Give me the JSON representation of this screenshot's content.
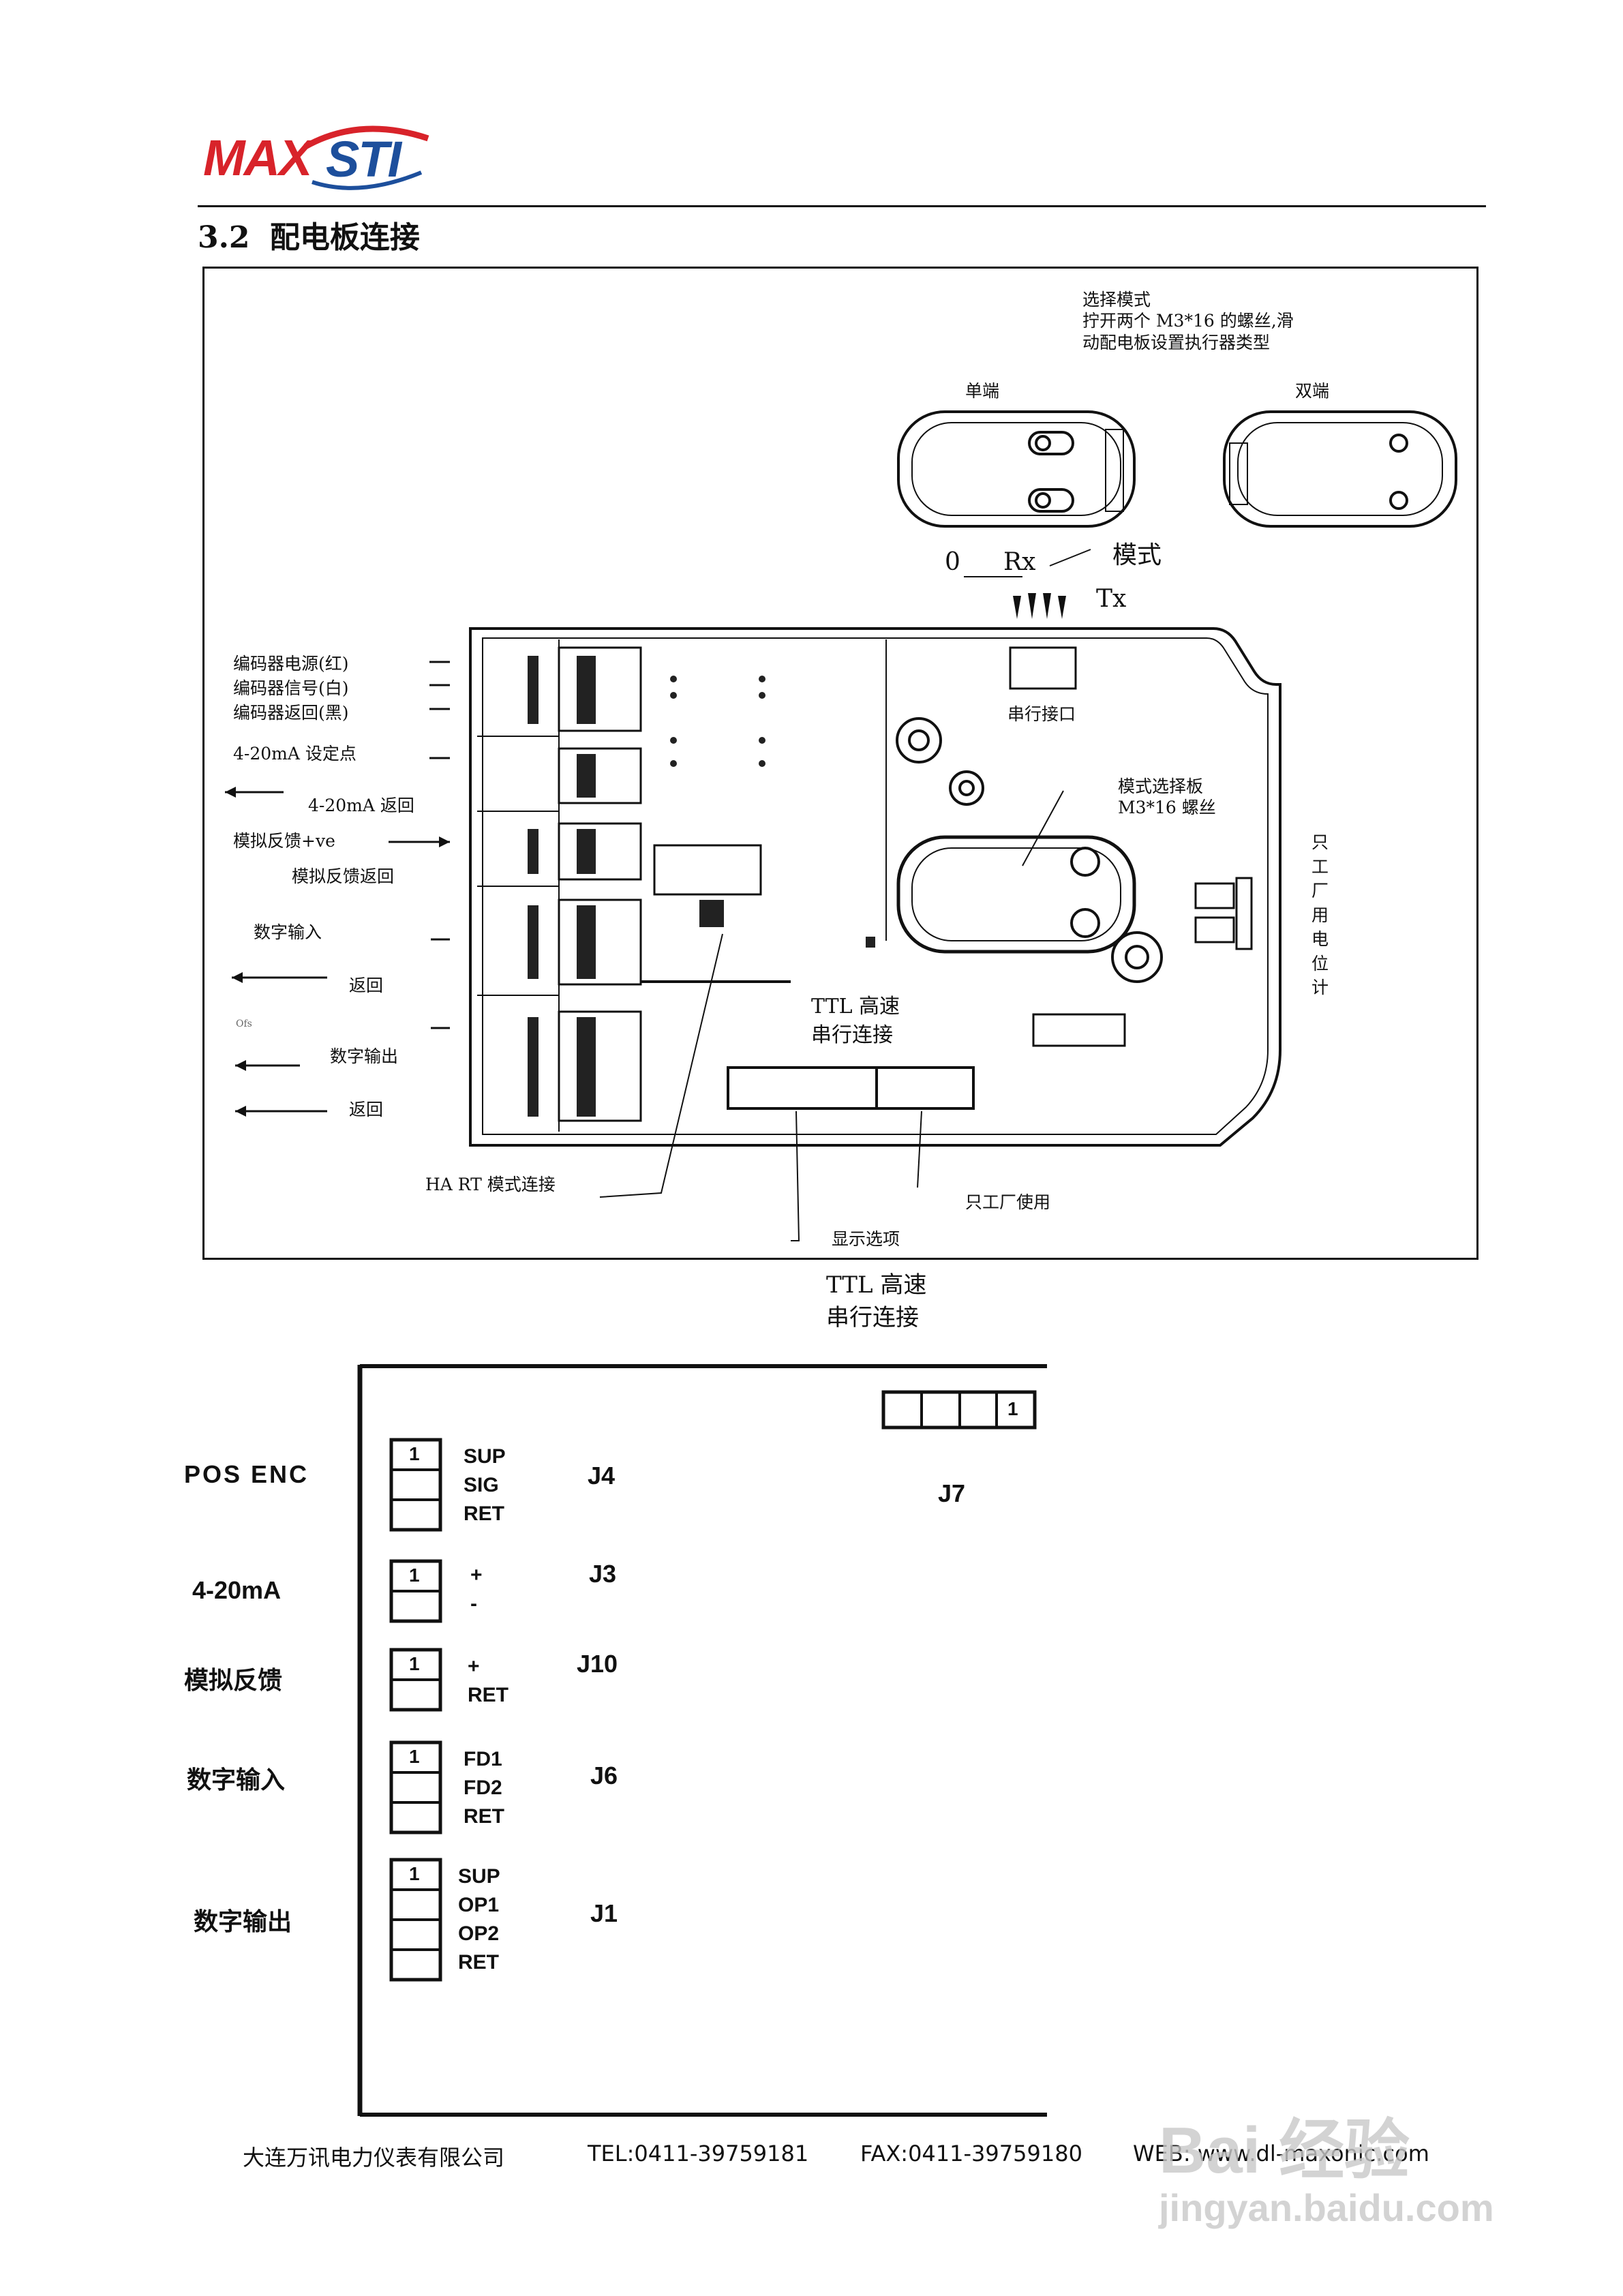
{
  "header": {
    "logo_text_red": "MAX",
    "logo_text_blue": "STI",
    "colors": {
      "logo_red": "#d8232a",
      "logo_blue": "#1d4f9c",
      "line": "#111111"
    }
  },
  "section": {
    "number": "3.2",
    "title": "配电板连接"
  },
  "board_diagram": {
    "select_mode": [
      "选择模式",
      "拧开两个  M3*16  的螺丝,滑",
      "动配电板设置执行器类型"
    ],
    "single_end": "单端",
    "double_end": "双端",
    "signal_0": "0",
    "signal_rx": "Rx",
    "signal_mode": "模式",
    "signal_tx": "Tx",
    "serial_port": "串行接口",
    "mode_board": [
      "模式选择板",
      "M3*16 螺丝"
    ],
    "factory_pot": [
      "只",
      "工",
      "厂",
      "用",
      "电",
      "位",
      "计"
    ],
    "ttl_inner": [
      "TTL 高速",
      "串行连接"
    ],
    "hart": "HA RT 模式连接",
    "factory_use": "只工厂使用",
    "display_option": "显示选项",
    "left_labels": {
      "enc_power": "编码器电源(红)",
      "enc_signal": "编码器信号(白)",
      "enc_return": "编码器返回(黑)",
      "setpoint": "4-20mA  设定点",
      "ma_return": "4-20mA  返回",
      "analog_fb_pos": "模拟反馈+ve",
      "analog_fb_ret": "模拟反馈返回",
      "digital_in": "数字输入",
      "return_1": "返回",
      "dig_small": "Ofs",
      "digital_out": "数字输出",
      "return_2": "返回"
    }
  },
  "ttl_caption": [
    "TTL 高速",
    "串行连接"
  ],
  "schematic": {
    "j7_label": "J7",
    "j7_pin1": "1",
    "rows": [
      {
        "label": "POS ENC",
        "pin1": "1",
        "pins": [
          "SUP",
          "SIG",
          "RET"
        ],
        "jack": "J4"
      },
      {
        "label": "4-20mA",
        "pin1": "1",
        "pins": [
          "+",
          "-"
        ],
        "jack": "J3"
      },
      {
        "label": "模拟反馈",
        "pin1": "1",
        "pins": [
          "+",
          "RET"
        ],
        "jack": "J10"
      },
      {
        "label": "数字输入",
        "pin1": "1",
        "pins": [
          "FD1",
          "FD2",
          "RET"
        ],
        "jack": "J6"
      },
      {
        "label": "数字输出",
        "pin1": "1",
        "pins": [
          "SUP",
          "OP1",
          "OP2",
          "RET"
        ],
        "jack": "J1"
      }
    ]
  },
  "footer": {
    "company": "大连万讯电力仪表有限公司",
    "tel": "TEL:0411-39759181",
    "fax": "FAX:0411-39759180",
    "web": "WEB: www.dl-maxonic.com"
  },
  "watermark": {
    "brand": "Bai 经验",
    "url": "jingyan.baidu.com"
  }
}
